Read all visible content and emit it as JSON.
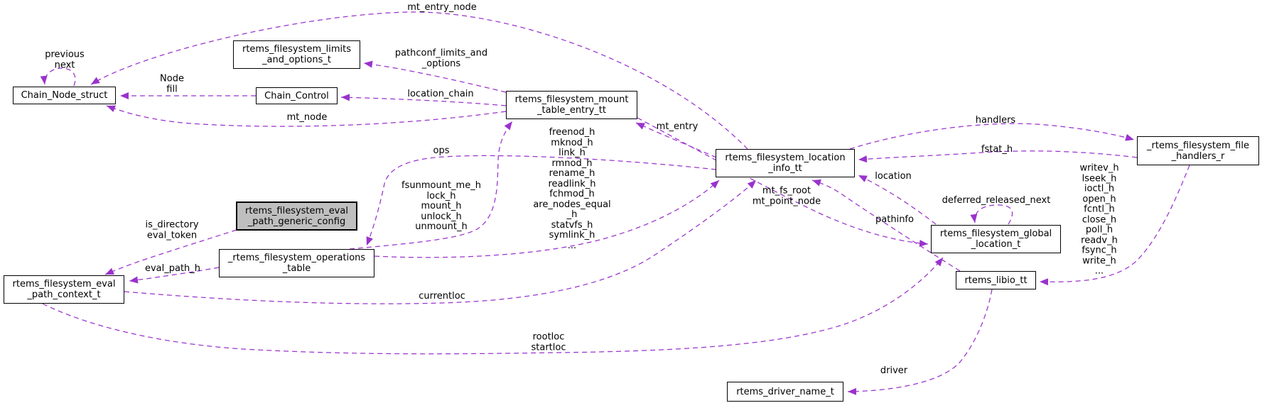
{
  "diagram": {
    "colors": {
      "edge-color": "#9a32cd",
      "node-fill": "#ffffff",
      "node-border": "#000000",
      "highlight-fill": "#bfbfbf",
      "bg": "#ffffff"
    },
    "nodes": {
      "chain_node_struct": {
        "label": "Chain_Node_struct"
      },
      "limits_and_options": {
        "label": "rtems_filesystem_limits\n_and_options_t"
      },
      "chain_control": {
        "label": "Chain_Control"
      },
      "mount_table_entry": {
        "label": "rtems_filesystem_mount\n_table_entry_tt"
      },
      "location_info": {
        "label": "rtems_filesystem_location\n_info_tt"
      },
      "file_handlers": {
        "label": "_rtems_filesystem_file\n_handlers_r"
      },
      "global_location": {
        "label": "rtems_filesystem_global\n_location_t"
      },
      "libio": {
        "label": "rtems_libio_tt"
      },
      "driver_name": {
        "label": "rtems_driver_name_t"
      },
      "eval_path_generic_config": {
        "label": "rtems_filesystem_eval\n_path_generic_config"
      },
      "operations_table": {
        "label": "_rtems_filesystem_operations\n_table"
      },
      "eval_path_context": {
        "label": "rtems_filesystem_eval\n_path_context_t"
      }
    },
    "edge_labels": {
      "previous_next": "previous\nnext",
      "mt_entry_node": "mt_entry_node",
      "node_fill": "Node\nfill",
      "mt_node": "mt_node",
      "location_chain": "location_chain",
      "pathconf": "pathconf_limits_and\n_options",
      "ops": "ops",
      "ops_table_handlers": "fsunmount_me_h\nlock_h\nmount_h\nunlock_h\nunmount_h",
      "node_handlers": "freenod_h\nmknod_h\nlink_h\nrmnod_h\nrename_h\nreadlink_h\nfchmod_h\nare_nodes_equal\n_h\nstatvfs_h\nsymlink_h\n...",
      "mt_entry": "mt_entry",
      "mt_fs_root_point": "mt_fs_root\nmt_point_node",
      "handlers": "handlers",
      "fstat_h": "fstat_h",
      "file_handler_list": "writev_h\nlseek_h\nioctl_h\nopen_h\nfcntl_h\nclose_h\npoll_h\nreadv_h\nfsync_h\nwrite_h\n...",
      "pathinfo": "pathinfo",
      "location": "location",
      "deferred_released_next": "deferred_released_next",
      "is_directory_eval_token": "is_directory\neval_token",
      "eval_path_h": "eval_path_h",
      "currentloc": "currentloc",
      "rootloc_startloc": "rootloc\nstartloc",
      "driver": "driver"
    }
  }
}
